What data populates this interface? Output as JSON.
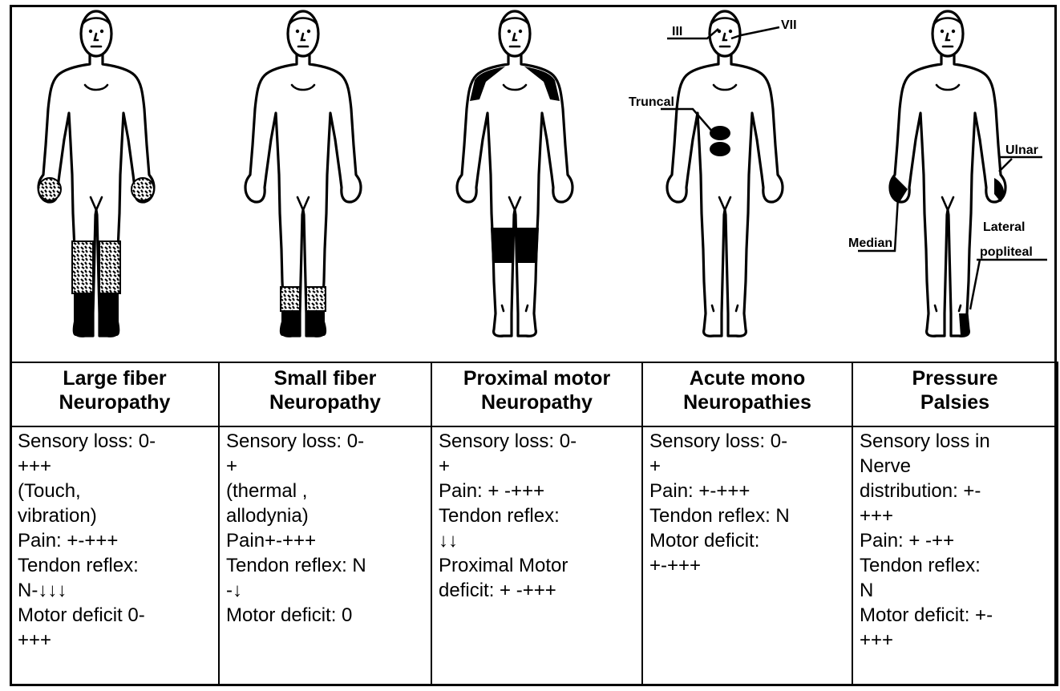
{
  "figure_labels": {
    "cranial_iii": "III",
    "cranial_vii": "VII",
    "truncal": "Truncal",
    "ulnar": "Ulnar",
    "median": "Median",
    "lateral_popliteal": [
      "Lateral",
      "popliteal"
    ]
  },
  "columns": [
    {
      "header": [
        "Large fiber",
        "Neuropathy"
      ],
      "lines": [
        "Sensory loss: 0-",
        "+++",
        "(Touch,",
        "vibration)",
        "Pain:  +-+++",
        "Tendon reflex:",
        "N-↓↓↓",
        "Motor deficit 0-",
        "+++"
      ]
    },
    {
      "header": [
        "Small fiber",
        "Neuropathy"
      ],
      "lines": [
        "Sensory loss: 0-",
        "+",
        "(thermal ,",
        "allodynia)",
        "Pain+-+++",
        "Tendon reflex: N",
        "-↓",
        "Motor deficit: 0"
      ]
    },
    {
      "header": [
        "Proximal motor",
        "Neuropathy"
      ],
      "lines": [
        "Sensory loss: 0-",
        "+",
        "Pain: + -+++",
        "Tendon reflex:",
        "↓↓",
        "Proximal Motor",
        "deficit: + -+++"
      ]
    },
    {
      "header": [
        "Acute mono",
        "Neuropathies"
      ],
      "lines": [
        "Sensory loss: 0-",
        "+",
        "Pain: +-+++",
        "Tendon reflex: N",
        "Motor deficit:",
        "+-+++"
      ]
    },
    {
      "header": [
        "Pressure",
        "Palsies"
      ],
      "lines": [
        "Sensory loss in",
        "Nerve",
        "distribution: +-",
        "+++",
        "Pain: + -++",
        "Tendon reflex:",
        "N",
        "Motor deficit: +-",
        "+++"
      ]
    }
  ]
}
